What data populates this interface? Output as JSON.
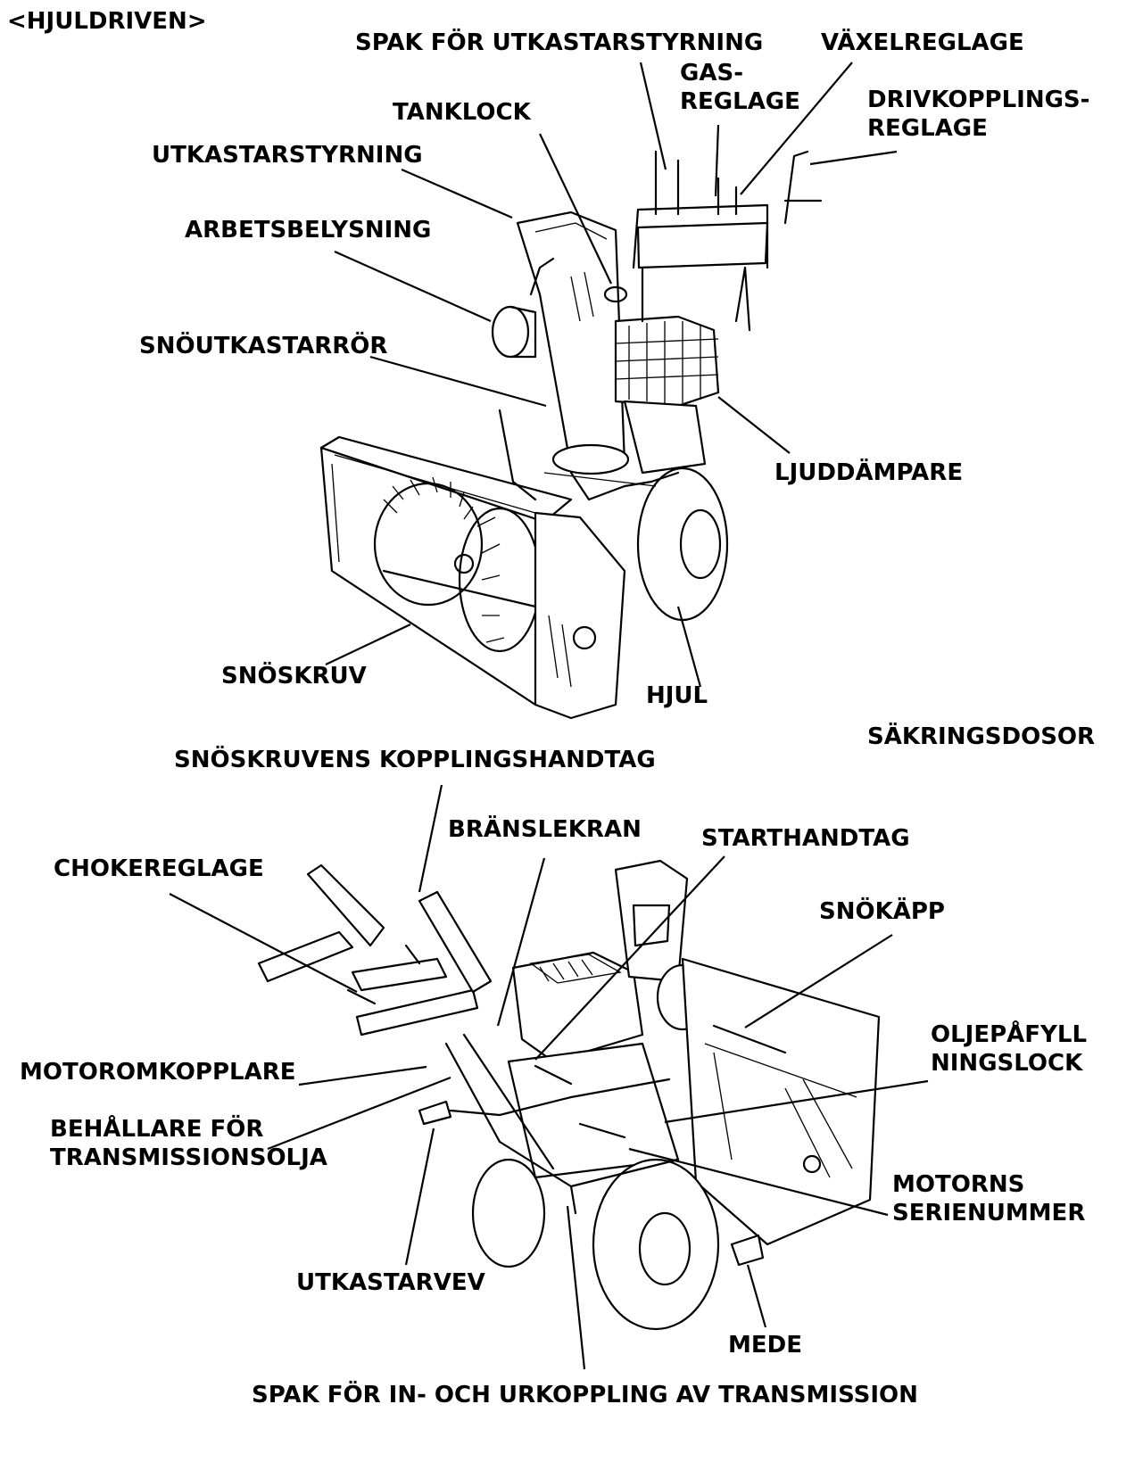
{
  "header": "<HJULDRIVEN>",
  "top_labels": {
    "spak_utkastarstyrning": "SPAK FÖR UTKASTARSTYRNING",
    "vaxelreglage": "VÄXELREGLAGE",
    "gasreglage": "GAS-\nREGLAGE",
    "drivkopplingsreglage": "DRIVKOPPLINGS-\nREGLAGE",
    "tanklock": "TANKLOCK",
    "utkastarstyrning": "UTKASTARSTYRNING",
    "arbetsbelysning": "ARBETSBELYSNING",
    "snoutkastarror": "SNÖUTKASTARRÖR",
    "ljuddampare": "LJUDDÄMPARE",
    "snoskruv": "SNÖSKRUV",
    "hjul": "HJUL"
  },
  "bottom_labels": {
    "sakringsdosor": "SÄKRINGSDOSOR",
    "snoskruvens_kopplingshandtag": "SNÖSKRUVENS KOPPLINGSHANDTAG",
    "branslekran": "BRÄNSLEKRAN",
    "starthandtag": "STARTHANDTAG",
    "chokereglage": "CHOKEREGLAGE",
    "snokapp": "SNÖKÄPP",
    "oljepafyllningslock": "OLJEPÅFYLL\nNINGSLOCK",
    "motoromkopplare": "MOTOROMKOPPLARE",
    "behallare_transmissionsolja": "BEHÅLLARE FÖR\nTRANSMISSIONSOLJA",
    "motorns_serienummer": "MOTORNS\nSERIENUMMER",
    "utkastarvev": "UTKASTARVEV",
    "mede": "MEDE",
    "spak_transmission": "SPAK FÖR IN- OCH URKOPPLING AV TRANSMISSION"
  }
}
